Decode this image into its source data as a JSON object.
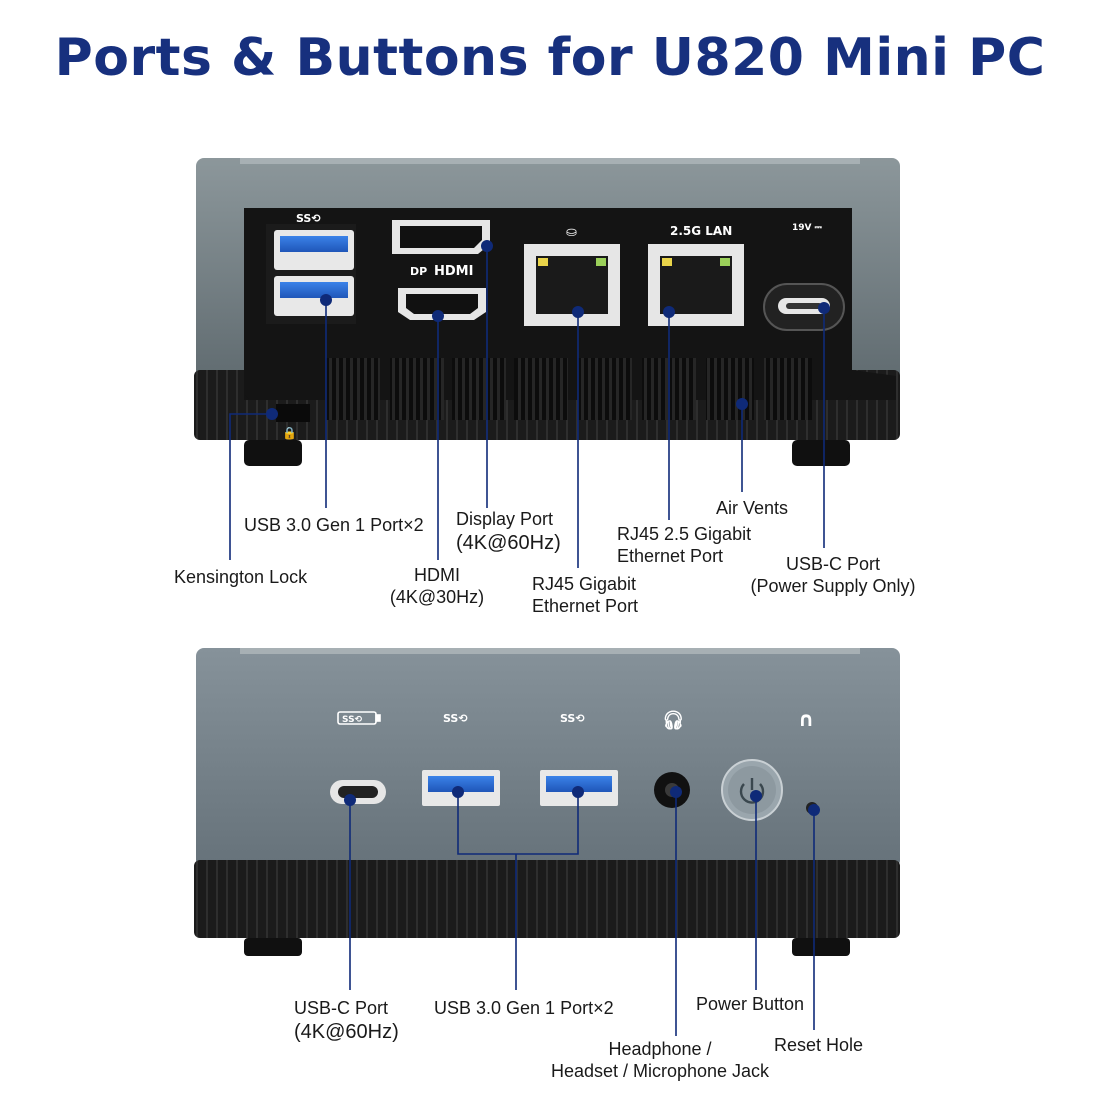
{
  "title": "Ports & Buttons for U820 Mini PC",
  "colors": {
    "title": "#17307e",
    "callout": "#0f2a78",
    "chassis_grey": "#6f7b80",
    "usb_blue": "#2f6fd6"
  },
  "back_panel": {
    "port_markings": {
      "usb": "SS⟲",
      "dp": "DP",
      "hdmi": "HDMI",
      "lan_icon": "network-icon",
      "lan25": "2.5G LAN",
      "power": "19V ⎓"
    },
    "labels": {
      "kensington": "Kensington Lock",
      "usb30_line1": "USB 3.0 Gen 1 Port×2",
      "hdmi_line1": "HDMI",
      "hdmi_line2": "(4K@30Hz)",
      "dp_line1": "Display Port",
      "dp_line2": "(4K@60Hz)",
      "rj45_line1": "RJ45 Gigabit",
      "rj45_line2": "Ethernet Port",
      "rj45_25_line1": "RJ45 2.5 Gigabit",
      "rj45_25_line2": "Ethernet Port",
      "vents": "Air Vents",
      "usbc_line1": "USB-C Port",
      "usbc_line2": "(Power Supply Only)"
    }
  },
  "front_panel": {
    "labels": {
      "usbc_line1": "USB-C Port",
      "usbc_line2": "(4K@60Hz)",
      "usb30": "USB 3.0 Gen 1 Port×2",
      "power": "Power Button",
      "audio_line1": "Headphone /",
      "audio_line2": "Headset / Microphone Jack",
      "reset": "Reset Hole"
    }
  }
}
